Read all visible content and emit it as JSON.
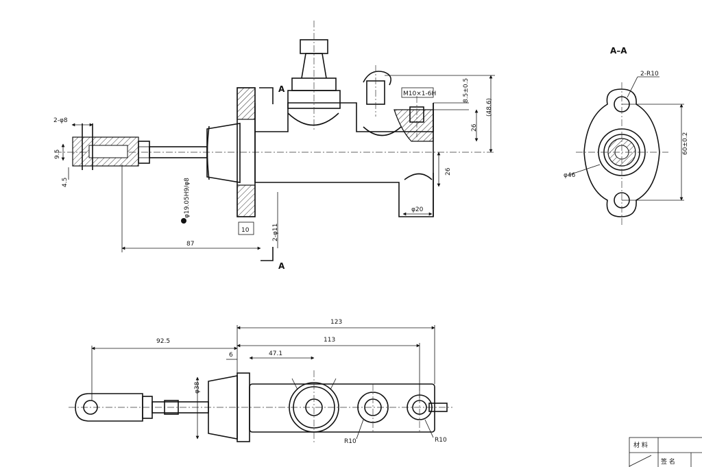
{
  "section_title": "A–A",
  "section_marks": [
    "A",
    "A"
  ],
  "front_view": {
    "dims": {
      "hole_dia": "2-φ8",
      "height_a": "9.5",
      "height_b": "4.5",
      "bore": "φ19.05H9/φ8",
      "length_87": "87",
      "flange_10": "10",
      "mount_holes": "2-φ11",
      "thread": "M10×1-6H",
      "d_8_5": "8.5±0.5",
      "d_26a": "26",
      "d_48_6": "(48.6)",
      "d_26b": "26",
      "d_phi20": "φ20"
    }
  },
  "section_view": {
    "dims": {
      "r10": "2-R10",
      "phi46": "φ46",
      "d60": "60±0.2"
    }
  },
  "bottom_view": {
    "dims": {
      "d123": "123",
      "d113": "113",
      "d92_5": "92.5",
      "d6": "6",
      "d47_1": "47.1",
      "d38": "φ38",
      "r10a": "R10",
      "r10b": "R10"
    }
  },
  "title_block": {
    "material_label": "材 料",
    "sign_label": "签 名"
  }
}
